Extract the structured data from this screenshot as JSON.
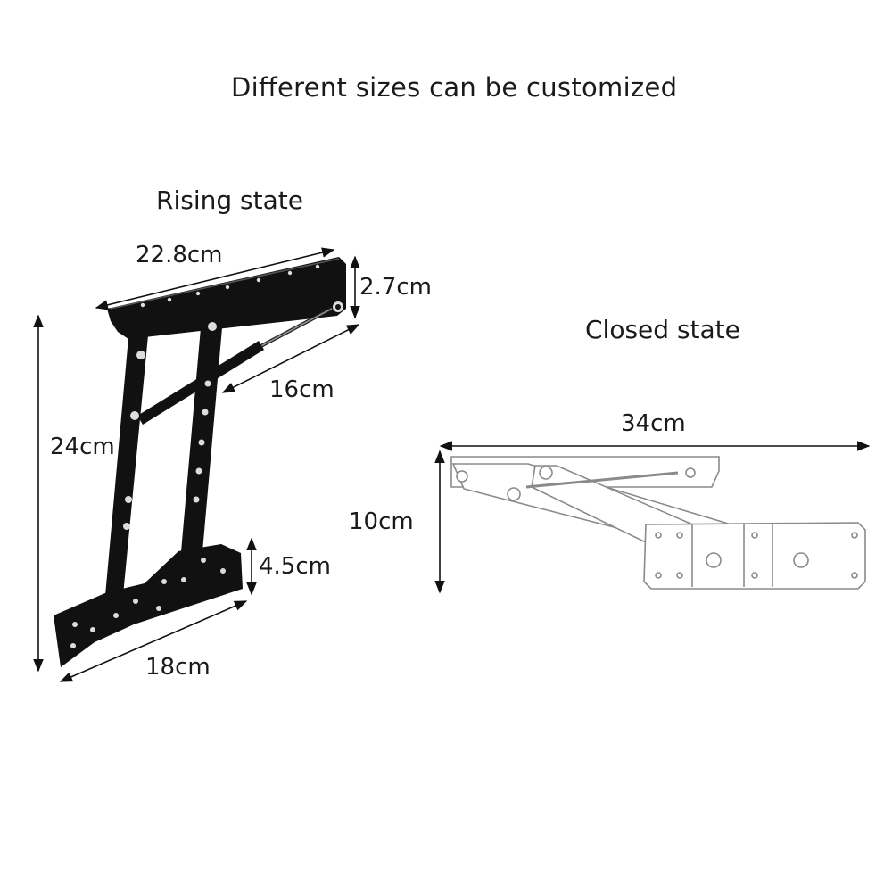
{
  "header": {
    "title": "Different sizes can be customized"
  },
  "rising": {
    "label": "Rising state",
    "dims": {
      "top_length": "22.8cm",
      "top_thickness": "2.7cm",
      "gas_strut": "16cm",
      "height": "24cm",
      "base_height": "4.5cm",
      "base_length": "18cm"
    }
  },
  "closed": {
    "label": "Closed state",
    "dims": {
      "length": "34cm",
      "height": "10cm"
    }
  },
  "colors": {
    "metal_black": "#111111",
    "outline": "#8a8a8a",
    "dim_line": "#111111"
  }
}
